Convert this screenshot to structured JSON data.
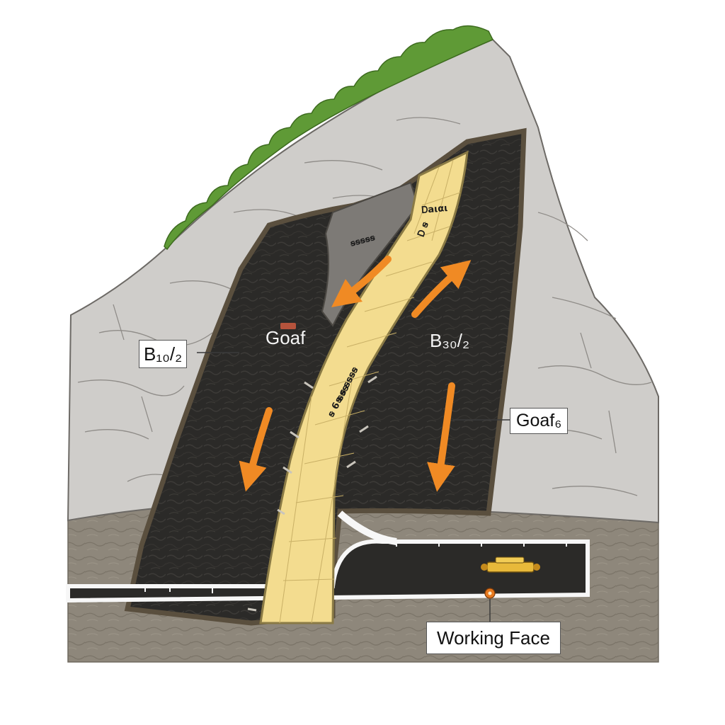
{
  "labels": {
    "left_seam": "B₁₀/₂",
    "right_seam": "B₃₀/₂",
    "goaf_left": "Goaf",
    "goaf_right": "Goaf₆",
    "working_face": "Working Face"
  },
  "seam_markings": {
    "top": "Ꭰaιαι",
    "upper": "Ꭰ ꞩ",
    "middle": "ꞩ ꞩ ꞩꞩꞩꞩ",
    "lower": "ꞩ 6 ꞩꞩꞩ",
    "bottom": "ꞩ",
    "rock_band": "ꞩꞩꞩꞩꞩ"
  },
  "colors": {
    "rock": "#cfcdca",
    "rock_crack": "#8f8c88",
    "vegetation": "#5f9a36",
    "coal": "#2b2a28",
    "seam": "#f3dc8f",
    "seam_edge": "#8a7a45",
    "arrow": "#f08a24",
    "ground": "#8e877b",
    "tunnel": "#f7f7f7"
  },
  "icons": [
    "mining-machine-icon",
    "miner-icon",
    "arrow-icon"
  ]
}
